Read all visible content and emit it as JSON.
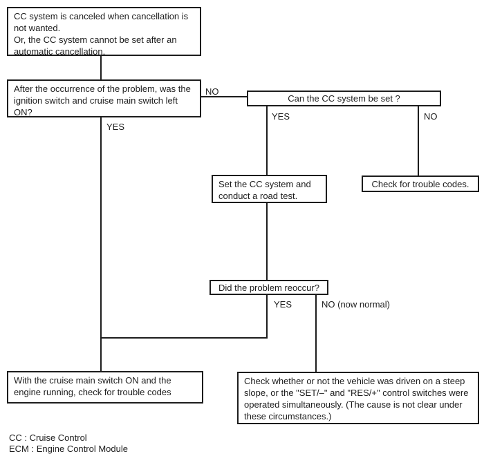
{
  "diagram": {
    "type": "flowchart",
    "topic": "Cruise Control (CC) system trouble diagnosis",
    "colors": {
      "background": "#ffffff",
      "line": "#1c1c1c",
      "text": "#1c1c1c"
    },
    "boxes": {
      "start": {
        "text": "CC system is canceled when cancellation is\nnot wanted.\nOr, the CC system cannot be set after an\nautomatic cancellation."
      },
      "q_ignition": {
        "text": "After the occurrence of the problem, was the\nignition switch and cruise main switch left\nON?"
      },
      "q_cc_set": {
        "text": "Can the CC system be set ?"
      },
      "set_cc": {
        "text": "Set the CC system and\nconduct a road test."
      },
      "check_trouble_codes": {
        "text": "Check for trouble codes."
      },
      "q_reoccur": {
        "text": "Did the problem reoccur?"
      },
      "check_codes_running": {
        "text": "With the cruise main switch ON and the\nengine running, check for trouble codes"
      },
      "check_steep_slope": {
        "text": "Check whether or not the vehicle was driven on a steep\nslope, or the \"SET/–\" and \"RES/+\" control switches were\noperated simultaneously. (The cause is not clear under\nthese circumstances.)"
      }
    },
    "labels": {
      "no_ignition": "NO",
      "yes_ignition": "YES",
      "yes_cc_set": "YES",
      "no_cc_set": "NO",
      "yes_reoccur": "YES",
      "no_reoccur": "NO (now normal)"
    },
    "legend": {
      "line1": "CC : Cruise Control",
      "line2": "ECM : Engine Control Module"
    }
  }
}
